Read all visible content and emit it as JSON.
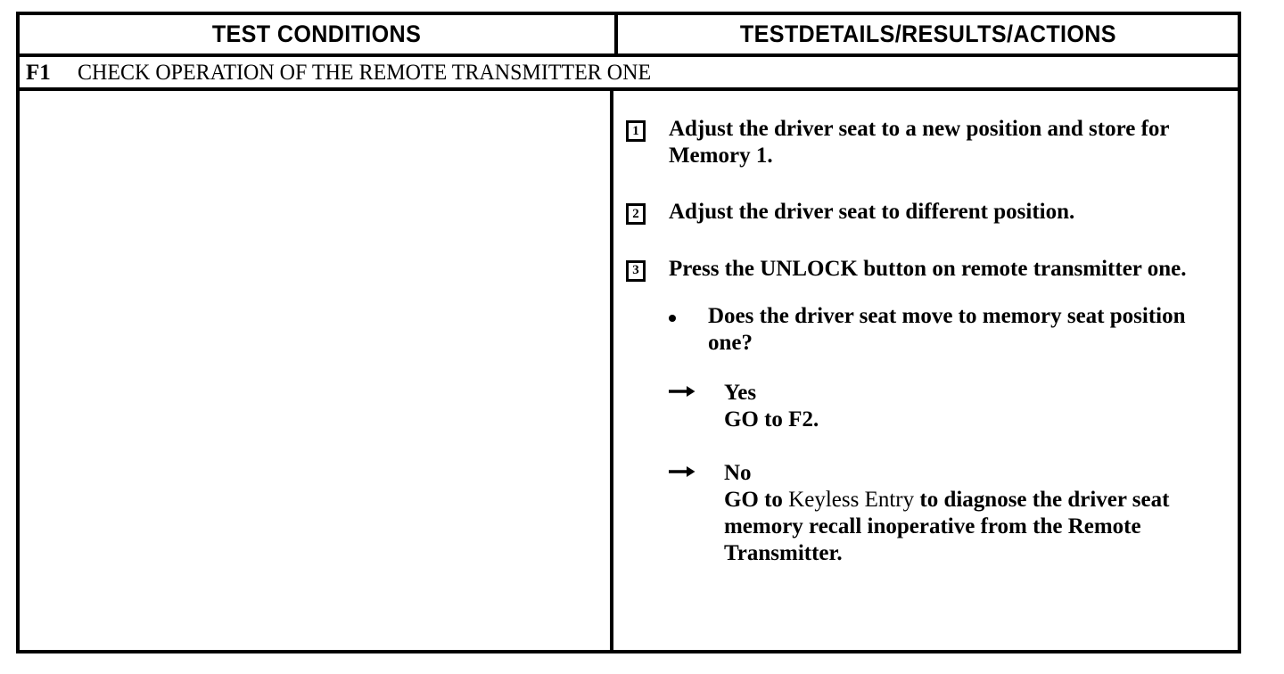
{
  "table": {
    "headers": {
      "left": "TEST CONDITIONS",
      "right": "TESTDETAILS/RESULTS/ACTIONS"
    },
    "step_title": {
      "code": "F1",
      "text": "CHECK OPERATION OF THE REMOTE TRANSMITTER ONE"
    },
    "left_column": {
      "content": ""
    },
    "right_column": {
      "steps": [
        {
          "number": "1",
          "text": "Adjust the driver seat to a new position and store for Memory 1."
        },
        {
          "number": "2",
          "text": "Adjust the driver seat to different position."
        },
        {
          "number": "3",
          "text": "Press the UNLOCK button on remote transmitter one."
        }
      ],
      "question": {
        "bullet": "bullet-dot-icon",
        "text": "Does the driver seat move to memory seat position one?"
      },
      "answers": [
        {
          "arrow": "arrow-right-icon",
          "label": "Yes",
          "prefix": "GO to ",
          "reference": "F2",
          "reference_style": "bold",
          "suffix": "."
        },
        {
          "arrow": "arrow-right-icon",
          "label": "No",
          "prefix": "GO to ",
          "reference": "Keyless Entry",
          "reference_style": "light",
          "suffix": " to diagnose the driver seat memory recall inoperative from the Remote Transmitter."
        }
      ]
    }
  },
  "colors": {
    "ink": "#000000",
    "paper": "#ffffff"
  }
}
